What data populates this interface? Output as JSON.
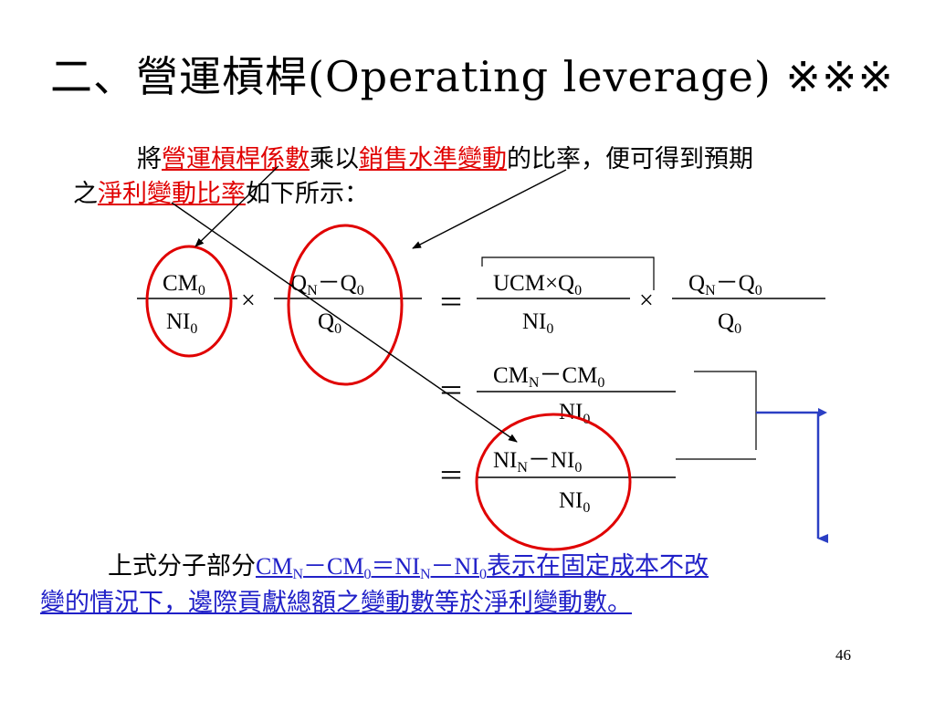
{
  "slide": {
    "title": "二、營運槓桿(Operating leverage) ※※※",
    "page_number": "46"
  },
  "intro": {
    "line1_pre": "將",
    "term_leverage_coefficient": "營運槓桿係數",
    "line1_mid": "乘以",
    "term_sales_change": "銷售水準變動",
    "line1_post": "的比率，便可得到預期",
    "line2_pre": "之",
    "term_net_income_change": "淨利變動比率",
    "line2_post": "如下所示："
  },
  "formula": {
    "cm": "CM",
    "ni": "NI",
    "q": "Q",
    "ucm_q": "UCM×Q",
    "sub_zero": "0",
    "sub_n": "N",
    "minus": "－",
    "times": "×",
    "equals": "＝"
  },
  "conclusion": {
    "line1_pre": "上式分子部分",
    "line1_post": "表示在固定成本不改",
    "line2": "變的情況下，邊際貢獻總額之變動數等於淨利變動數。"
  },
  "colors": {
    "accent_red": "#e00000",
    "link_blue": "#2020c8"
  }
}
